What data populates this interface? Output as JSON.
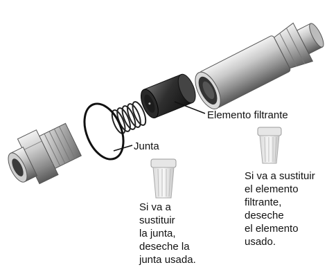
{
  "labels": {
    "element": "Elemento filtrante",
    "gasket": "Junta"
  },
  "notes": {
    "gasket": [
      "Si va a",
      "sustituir",
      "la junta,",
      "deseche la",
      "junta usada."
    ],
    "element": [
      "Si va a sustituir",
      "el elemento",
      "filtrante,",
      "deseche",
      "el elemento",
      "usado."
    ]
  },
  "icons": {
    "gasket_note": "discard-filter-icon",
    "element_note": "discard-filter-icon"
  }
}
